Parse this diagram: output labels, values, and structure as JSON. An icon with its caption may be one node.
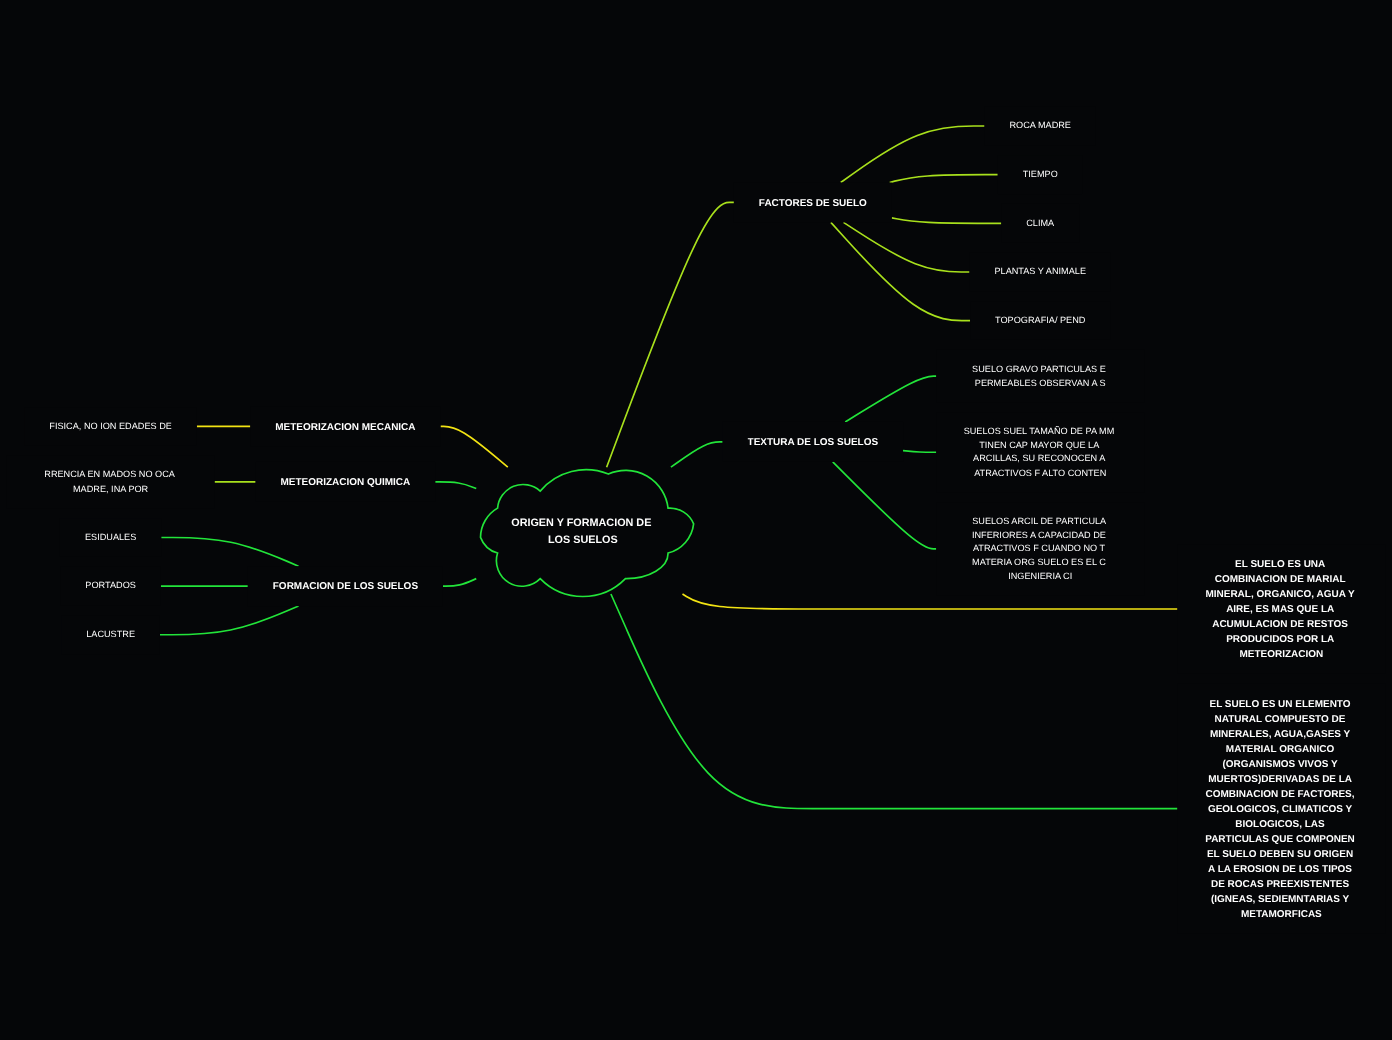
{
  "diagram": {
    "nodes": [
      {
        "text": [
          "ORIGEN Y FORMACION DE LOS SUELOS"
        ]
      },
      {
        "text": [
          "METEORIZACION MECANICA"
        ]
      },
      {
        "text": [
          "FISICA, NO ION EDADES DE"
        ]
      },
      {
        "text": [
          "METEORIZACION QUIMICA"
        ]
      },
      {
        "text": [
          "RRENCIA EN MADOS NO OCA MADRE, INA POR"
        ]
      },
      {
        "text": [
          "FORMACION DE LOS SUELOS"
        ]
      },
      {
        "text": [
          "ESIDUALES"
        ]
      },
      {
        "text": [
          "PORTADOS"
        ]
      },
      {
        "text": [
          "LACUSTRE"
        ]
      },
      {
        "text": [
          "EL SUELO ES UNA COMBINACION DE MARIAL MINERAL, ORGANICO, AGUA Y AIRE, ES MAS QUE LA ACUMULACION DE RESTOS PRODUCIDOS POR LA METEORIZACION"
        ]
      },
      {
        "text": [
          "FACTORES DE SUELO"
        ]
      },
      {
        "text": [
          "ROCA MADRE"
        ]
      },
      {
        "text": [
          "TIEMPO"
        ]
      },
      {
        "text": [
          "CLIMA"
        ]
      },
      {
        "text": [
          "PLANTAS Y ANIMALE"
        ]
      },
      {
        "text": [
          "TOPOGRAFIA/ PEND"
        ]
      },
      {
        "text": [
          "EL SUELO ES UN ELEMENTO NATURAL COMPUESTO DE MINERALES, AGUA,GASES Y MATERIAL ORGANICO (ORGANISMOS VIVOS Y MUERTOS)DERIVADAS DE LA COMBINACION DE FACTORES, GEOLOGICOS, CLIMATICOS Y BIOLOGICOS, LAS PARTICULAS QUE COMPONEN EL SUELO DEBEN SU ORIGEN A LA EROSION DE LOS TIPOS DE ROCAS PREEXISTENTES (IGNEAS, SEDIEMNTARIAS Y METAMORFICAS"
        ]
      },
      {
        "text": [
          "TEXTURA DE LOS SUELOS"
        ]
      },
      {
        "text": [
          "SUELO GRAVO PARTICULAS E PERMEABLES OBSERVAN A S"
        ]
      },
      {
        "text": [
          "SUELOS SUEL TAMAÑO DE PA MM TINEN CAP MAYOR QUE LA ARCILLAS, SU RECONOCEN A ATRACTIVOS F ALTO CONTEN"
        ]
      },
      {
        "text": [
          "SUELOS ARCIL DE PARTICULA INFERIORES A CAPACIDAD DE ATRACTIVOS F CUANDO NO T MATERIA ORG SUELO ES EL C INGENIERIA CI"
        ]
      }
    ],
    "edges": [
      {
        "from": 1,
        "to": 0,
        "arrow": "none",
        "color": "#f2e313"
      },
      {
        "from": 2,
        "to": 1,
        "arrow": "none",
        "color": "#f2e313"
      },
      {
        "from": 3,
        "to": 0,
        "arrow": "none"
      },
      {
        "from": 4,
        "to": 3,
        "arrow": "none",
        "color": "#a8e01c"
      },
      {
        "from": 5,
        "to": 0,
        "arrow": "none"
      },
      {
        "from": 6,
        "to": 5,
        "arrow": "none"
      },
      {
        "from": 7,
        "to": 5,
        "arrow": "none"
      },
      {
        "from": 8,
        "to": 5,
        "arrow": "none"
      },
      {
        "from": 0,
        "to": 9,
        "arrow": "none",
        "color": "#f2e313"
      },
      {
        "from": 0,
        "to": 10,
        "arrow": "none",
        "color": "#a8e01c"
      },
      {
        "from": 10,
        "to": 11,
        "arrow": "none",
        "color": "#a8e01c"
      },
      {
        "from": 10,
        "to": 12,
        "arrow": "none",
        "color": "#a8e01c"
      },
      {
        "from": 10,
        "to": 13,
        "arrow": "none",
        "color": "#a8e01c"
      },
      {
        "from": 10,
        "to": 14,
        "arrow": "none",
        "color": "#a8e01c"
      },
      {
        "from": 10,
        "to": 15,
        "arrow": "none",
        "color": "#a8e01c"
      },
      {
        "from": 0,
        "to": 16,
        "arrow": "none"
      },
      {
        "from": 0,
        "to": 17,
        "arrow": "none"
      },
      {
        "from": 17,
        "to": 18,
        "arrow": "none"
      },
      {
        "from": 17,
        "to": 19,
        "arrow": "none"
      },
      {
        "from": 17,
        "to": 20,
        "arrow": "none"
      }
    ]
  }
}
